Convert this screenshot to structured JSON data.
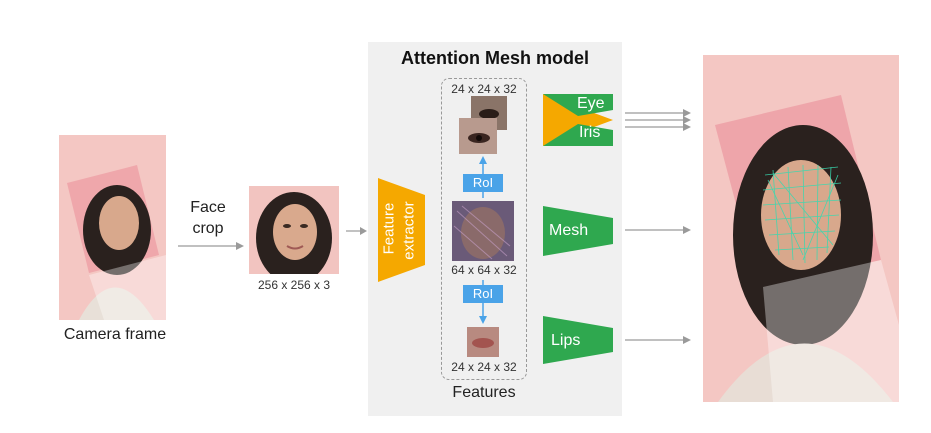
{
  "panel": {
    "title": "Attention Mesh model",
    "features_label": "Features"
  },
  "input": {
    "camera_label": "Camera frame",
    "face_crop_label_line1": "Face",
    "face_crop_label_line2": "crop",
    "crop_size": "256 x 256 x 3"
  },
  "extractor": {
    "label_line1": "Feature",
    "label_line2": "extractor"
  },
  "features": {
    "eye_size": "24 x 24 x 32",
    "face_size": "64 x 64 x 32",
    "lips_size": "24 x 24 x 32",
    "roi_top": "RoI",
    "roi_bottom": "RoI"
  },
  "heads": {
    "eye": "Eye",
    "iris": "Iris",
    "mesh": "Mesh",
    "lips": "Lips"
  },
  "colors": {
    "green": "#2fa84f",
    "orange": "#f5a800",
    "blue": "#4aa3e8",
    "panel_bg": "#f0f0f0",
    "pink": "#f6c9c6"
  }
}
